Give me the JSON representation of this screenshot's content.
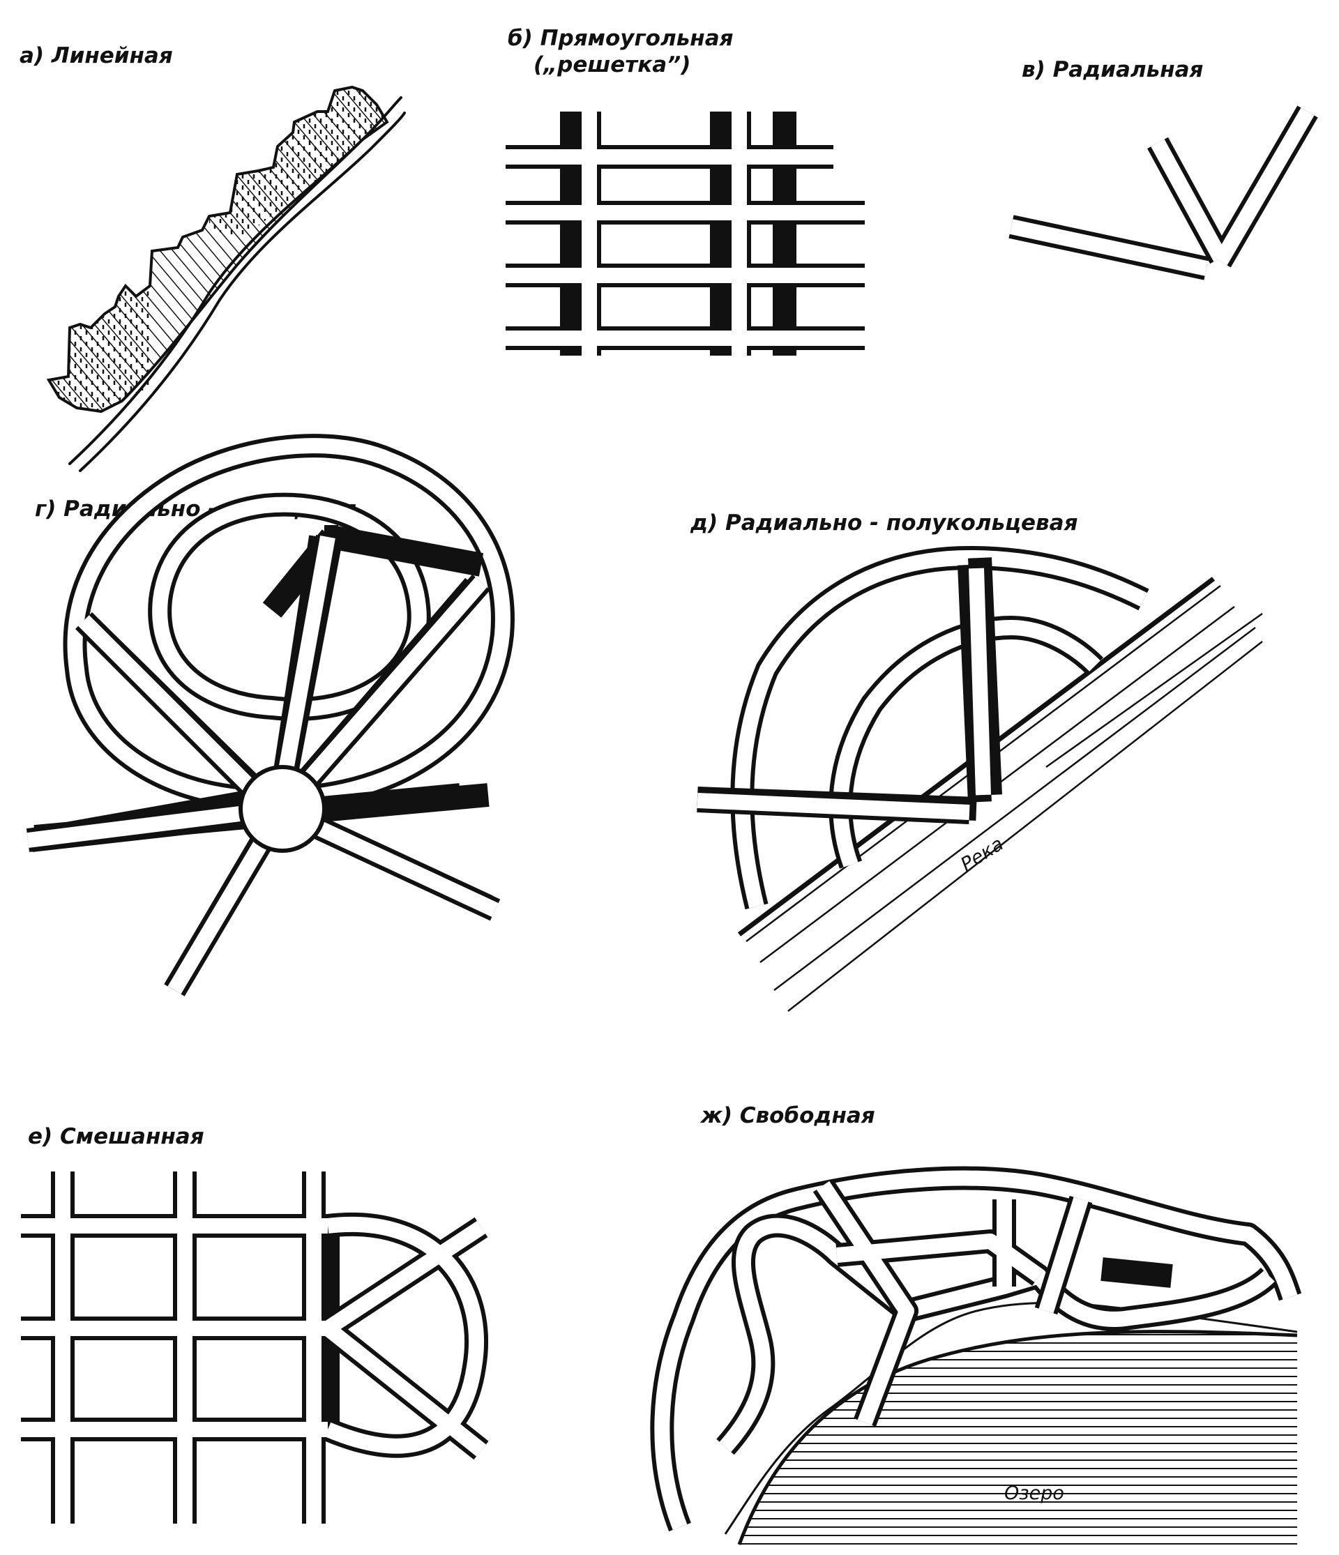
{
  "panels": {
    "a": {
      "label": "а) Линейная"
    },
    "b": {
      "label_line1": "б) Прямоугольная",
      "label_line2": "(„решетка”)"
    },
    "v": {
      "label": "в) Радиальная"
    },
    "g": {
      "label": "г) Радиально - кольцевая"
    },
    "d": {
      "label": "д) Радиально - полукольцевая",
      "river_label": "Река"
    },
    "e": {
      "label": "е) Смешанная"
    },
    "zh": {
      "label": "ж) Свободная",
      "lake_label": "Озеро"
    }
  }
}
